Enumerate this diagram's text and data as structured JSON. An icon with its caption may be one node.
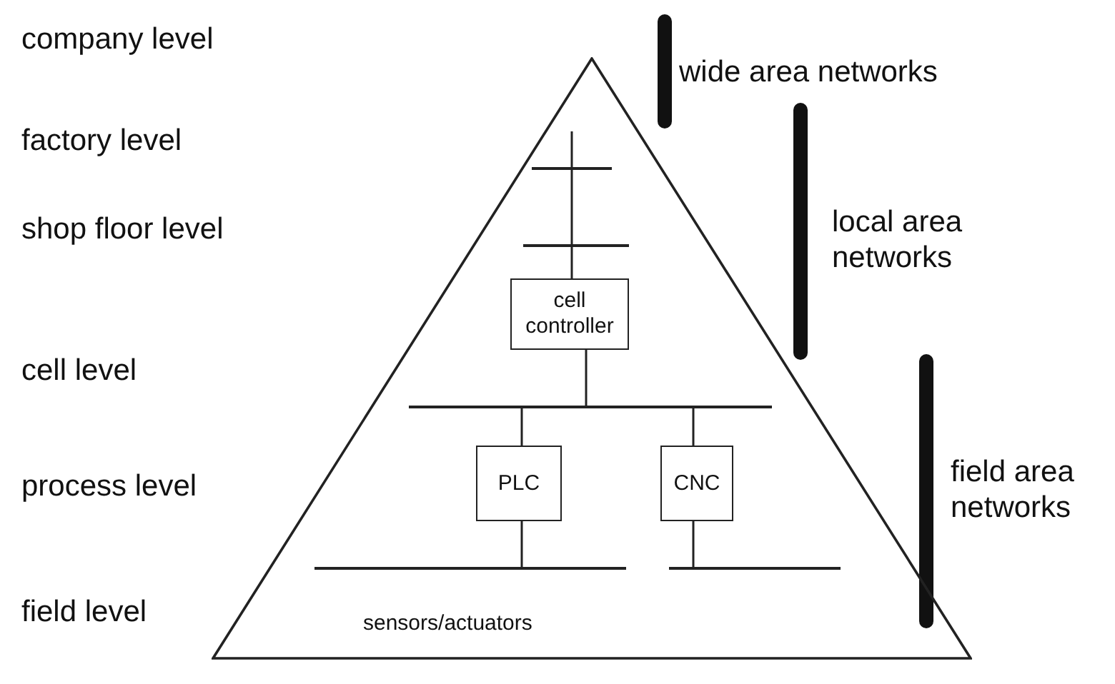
{
  "diagram": {
    "nodes": [
      {
        "text": [],
        "shape": "triangle"
      },
      {
        "text": [],
        "shape": "bar",
        "in": 0
      },
      {
        "text": [],
        "shape": "bar",
        "in": 0
      },
      {
        "text": [
          "cell controller"
        ],
        "in": 0
      },
      {
        "text": [],
        "shape": "bar",
        "in": 0
      },
      {
        "text": [
          "PLC"
        ],
        "in": 0
      },
      {
        "text": [
          "CNC"
        ],
        "in": 0
      },
      {
        "text": [],
        "shape": "bar",
        "in": 0
      },
      {
        "text": [],
        "shape": "bar",
        "in": 0
      }
    ],
    "edges": [
      {
        "from": null,
        "to": 1,
        "arrow": "none"
      },
      {
        "from": 1,
        "to": 2,
        "arrow": "none"
      },
      {
        "from": 2,
        "to": 3,
        "arrow": "none"
      },
      {
        "from": 3,
        "to": 4,
        "arrow": "none"
      },
      {
        "from": 4,
        "to": 5,
        "arrow": "none"
      },
      {
        "from": 4,
        "to": 6,
        "arrow": "none"
      },
      {
        "from": 5,
        "to": 7,
        "arrow": "none"
      },
      {
        "from": 6,
        "to": 8,
        "arrow": "none"
      }
    ],
    "labels": [
      "company level",
      "wide area networks",
      "factory level",
      "shop floor level",
      "local area networks",
      "cell level",
      "process level",
      "field area networks",
      "field level",
      "sensors/actuators"
    ]
  }
}
